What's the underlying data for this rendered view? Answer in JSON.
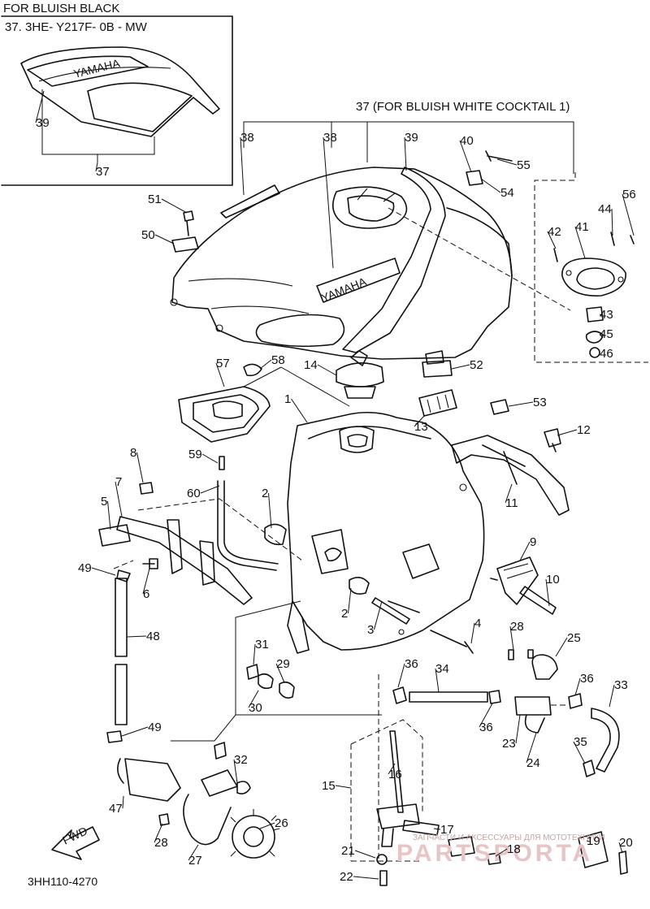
{
  "header": {
    "inset_title": "FOR BLUISH BLACK",
    "inset_part": "37. 3HE- Y217F- 0B - MW",
    "tank_variant": "37 (FOR BLUISH WHITE COCKTAIL 1)"
  },
  "footer": {
    "diagram_code": "3HH110-4270"
  },
  "brand": {
    "logo_text": "YAMAHA"
  },
  "direction": {
    "fwd_label": "FWD"
  },
  "watermark": {
    "line1": "ЗАПЧАСТИ И АКСЕССУАРЫ ДЛЯ МОТОТЕХНИКИ",
    "line2": "PARTSPORTA"
  },
  "callouts": [
    "39",
    "37",
    "38",
    "38",
    "39",
    "40",
    "55",
    "54",
    "51",
    "50",
    "56",
    "44",
    "42",
    "41",
    "43",
    "45",
    "46",
    "57",
    "58",
    "14",
    "52",
    "53",
    "1",
    "13",
    "12",
    "8",
    "59",
    "7",
    "5",
    "60",
    "2",
    "11",
    "9",
    "10",
    "49",
    "6",
    "2",
    "3",
    "4",
    "48",
    "31",
    "29",
    "30",
    "28",
    "25",
    "36",
    "34",
    "33",
    "36",
    "36",
    "23",
    "24",
    "35",
    "49",
    "32",
    "16",
    "47",
    "26",
    "15",
    "17",
    "19",
    "28",
    "27",
    "18",
    "21",
    "20",
    "22"
  ]
}
